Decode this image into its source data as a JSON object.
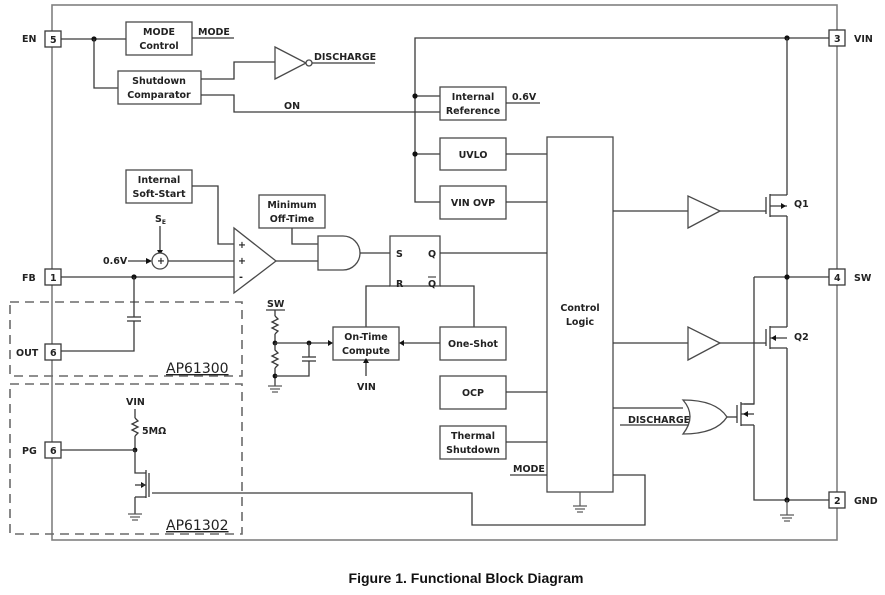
{
  "figure": {
    "caption": "Figure 1. Functional Block Diagram"
  },
  "pins": {
    "en": {
      "name": "EN",
      "number": "5"
    },
    "vin": {
      "name": "VIN",
      "number": "3"
    },
    "fb": {
      "name": "FB",
      "number": "1"
    },
    "sw": {
      "name": "SW",
      "number": "4"
    },
    "out": {
      "name": "OUT",
      "number": "6"
    },
    "pg": {
      "name": "PG",
      "number": "6"
    },
    "gnd": {
      "name": "GND",
      "number": "2"
    }
  },
  "blocks": {
    "mode_control": [
      "MODE",
      "Control"
    ],
    "shutdown_comparator": [
      "Shutdown",
      "Comparator"
    ],
    "internal_reference": [
      "Internal",
      "Reference"
    ],
    "uvlo": "UVLO",
    "vin_ovp": "VIN OVP",
    "soft_start": [
      "Internal",
      "Soft-Start"
    ],
    "min_off_time": [
      "Minimum",
      "Off-Time"
    ],
    "on_time_compute": [
      "On-Time",
      "Compute"
    ],
    "one_shot": "One-Shot",
    "ocp": "OCP",
    "thermal_shutdown": [
      "Thermal",
      "Shutdown"
    ],
    "control_logic": [
      "Control",
      "Logic"
    ]
  },
  "signals": {
    "mode_out": "MODE",
    "discharge_out": "DISCHARGE",
    "on": "ON",
    "ref_06v": "0.6V",
    "fb_ref": "0.6V",
    "se": "S",
    "se_sub": "E",
    "plus": "+",
    "minus": "-",
    "sum_plus": "+",
    "sr_s": "S",
    "sr_r": "R",
    "sr_q": "Q",
    "sr_qbar": "Q",
    "sw_divider": "SW",
    "on_time_vin": "VIN",
    "pg_vin": "VIN",
    "pg_resistor": "5MΩ",
    "discharge_in": "DISCHARGE",
    "mode_in": "MODE",
    "q1": "Q1",
    "q2": "Q2"
  },
  "variants": {
    "ap61300": "AP61300",
    "ap61302": "AP61302"
  }
}
